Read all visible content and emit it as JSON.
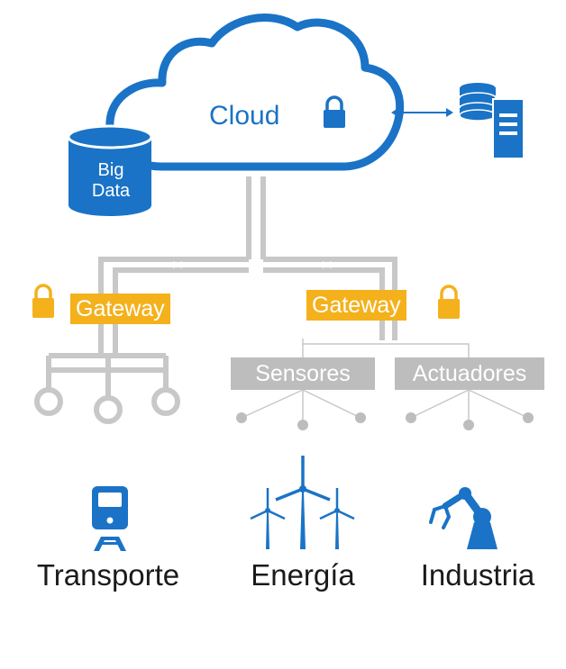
{
  "cloud": {
    "label": "Cloud"
  },
  "bigdata": {
    "line1": "Big",
    "line2": "Data"
  },
  "gateways": [
    {
      "label": "Gateway"
    },
    {
      "label": "Gateway"
    }
  ],
  "groups": {
    "sensors": "Sensores",
    "actuators": "Actuadores"
  },
  "categories": [
    {
      "label": "Transporte"
    },
    {
      "label": "Energía"
    },
    {
      "label": "Industria"
    }
  ],
  "colors": {
    "blue": "#1a73c6",
    "yellow": "#f4b11c",
    "grey": "#bdbdbd",
    "text": "#1a1a1a"
  },
  "icons": [
    "lock-icon",
    "database-icon",
    "server-icon",
    "train-icon",
    "wind-turbine-icon",
    "robot-arm-icon"
  ]
}
